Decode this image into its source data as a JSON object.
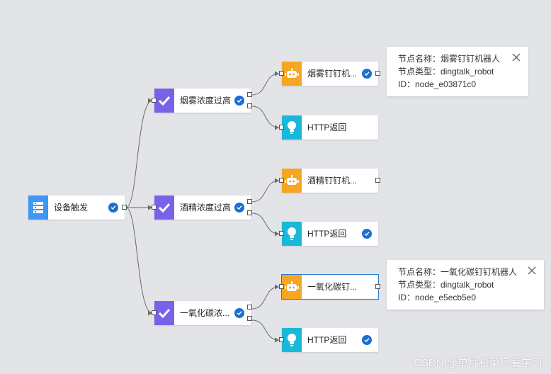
{
  "colors": {
    "background": "#e2e4e8",
    "trigger_icon": "#3d97f5",
    "condition_icon": "#7a62e8",
    "robot_icon": "#f5a623",
    "http_icon": "#1ab8d8",
    "check": "#1a6fd1",
    "edge": "#6b6b6b"
  },
  "nodes": {
    "trigger": {
      "label": "设备触发",
      "icon": "server-icon",
      "checked": true
    },
    "cond_smoke": {
      "label": "烟雾浓度过高",
      "icon": "check-mark-icon",
      "checked": true
    },
    "cond_alcohol": {
      "label": "酒精浓度过高",
      "icon": "check-mark-icon",
      "checked": true
    },
    "cond_co": {
      "label": "一氧化碳浓...",
      "icon": "check-mark-icon",
      "checked": true
    },
    "robot_smoke": {
      "label": "烟雾钉钉机...",
      "icon": "robot-icon",
      "checked": true
    },
    "http_smoke": {
      "label": "HTTP返回",
      "icon": "bulb-icon",
      "checked": false
    },
    "robot_alcohol": {
      "label": "酒精钉钉机...",
      "icon": "robot-icon",
      "checked": false
    },
    "http_alcohol": {
      "label": "HTTP返回",
      "icon": "bulb-icon",
      "checked": true
    },
    "robot_co": {
      "label": "一氧化碳钉...",
      "icon": "robot-icon",
      "checked": false
    },
    "http_co": {
      "label": "HTTP返回",
      "icon": "bulb-icon",
      "checked": true
    }
  },
  "tooltips": [
    {
      "name_line": "节点名称：烟雾钉钉机器人",
      "type_line": "节点类型：dingtalk_robot",
      "id_line": "ID：node_e03871c0"
    },
    {
      "name_line": "节点名称：一氧化碳钉钉机器人",
      "type_line": "节点类型：dingtalk_robot",
      "id_line": "ID：node_e5ecb5e0"
    }
  ],
  "watermark": "CSDN @单片机菜鸟爱学习"
}
